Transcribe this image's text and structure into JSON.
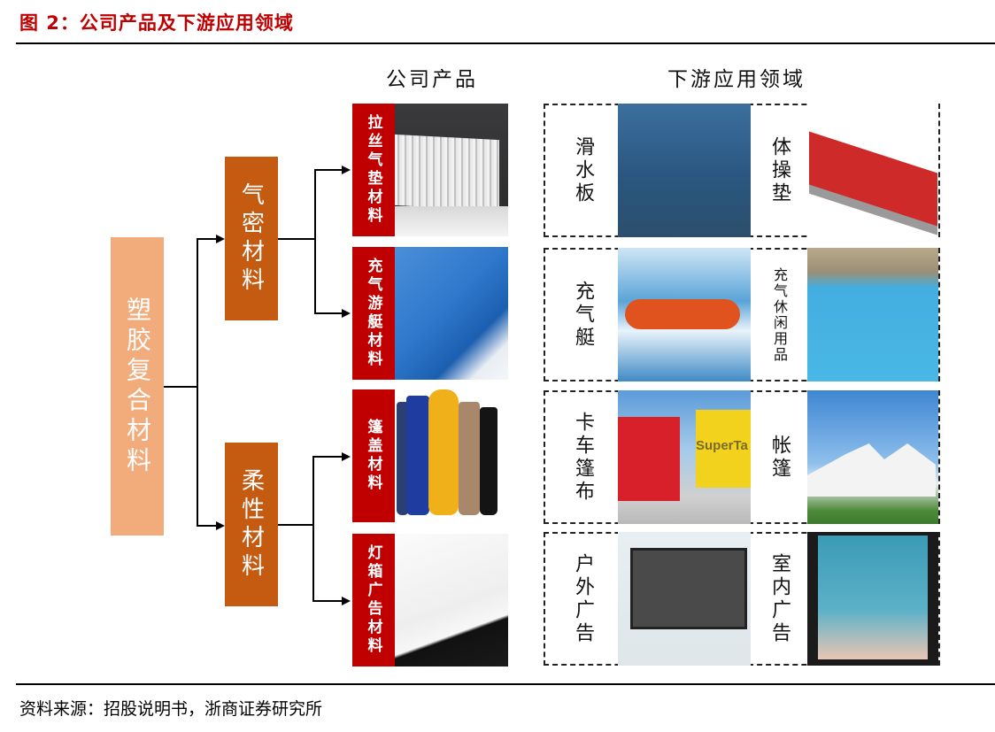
{
  "figure": {
    "title": "图 2：公司产品及下游应用领域",
    "source": "资料来源：招股说明书，浙商证券研究所"
  },
  "headers": {
    "products": "公司产品",
    "applications": "下游应用领域"
  },
  "tree": {
    "root": {
      "label": "塑胶复合材料",
      "color": "#f2ac7c"
    },
    "categories": [
      {
        "label": "气密材料",
        "color": "#c55a11"
      },
      {
        "label": "柔性材料",
        "color": "#c55a11"
      }
    ]
  },
  "products": [
    {
      "label": "拉丝气垫材料",
      "image": "white-drop-stitch-fabric-photo",
      "tag_color": "#c00000"
    },
    {
      "label": "充气游艇材料",
      "image": "blue-pvc-fabric-roll-photo",
      "tag_color": "#c00000"
    },
    {
      "label": "篷盖材料",
      "image": "colored-tarpaulin-rolls-photo",
      "tag_color": "#c00000"
    },
    {
      "label": "灯箱广告材料",
      "image": "white-lightbox-fabric-photo",
      "tag_color": "#c00000"
    }
  ],
  "applications": [
    {
      "items": [
        {
          "label": "滑水板",
          "image": "paddle-board-photo"
        },
        {
          "label": "体操垫",
          "image": "gymnastics-air-mat-photo"
        }
      ]
    },
    {
      "items": [
        {
          "label": "充气艇",
          "image": "inflatable-rescue-boat-photo"
        },
        {
          "label": "充气休闲用品",
          "image": "inflatable-water-park-photo"
        }
      ]
    },
    {
      "items": [
        {
          "label": "卡车篷布",
          "image": "truck-tarpaulin-photo",
          "image_text": "SuperTa"
        },
        {
          "label": "帐篷",
          "image": "white-event-tent-photo"
        }
      ]
    },
    {
      "items": [
        {
          "label": "户外广告",
          "image": "outdoor-billboard-photo"
        },
        {
          "label": "室内广告",
          "image": "indoor-lightbox-ad-photo"
        }
      ]
    }
  ],
  "colors": {
    "title_red": "#c00000",
    "root_fill": "#f2ac7c",
    "category_fill": "#c55a11",
    "product_tag": "#c00000"
  }
}
